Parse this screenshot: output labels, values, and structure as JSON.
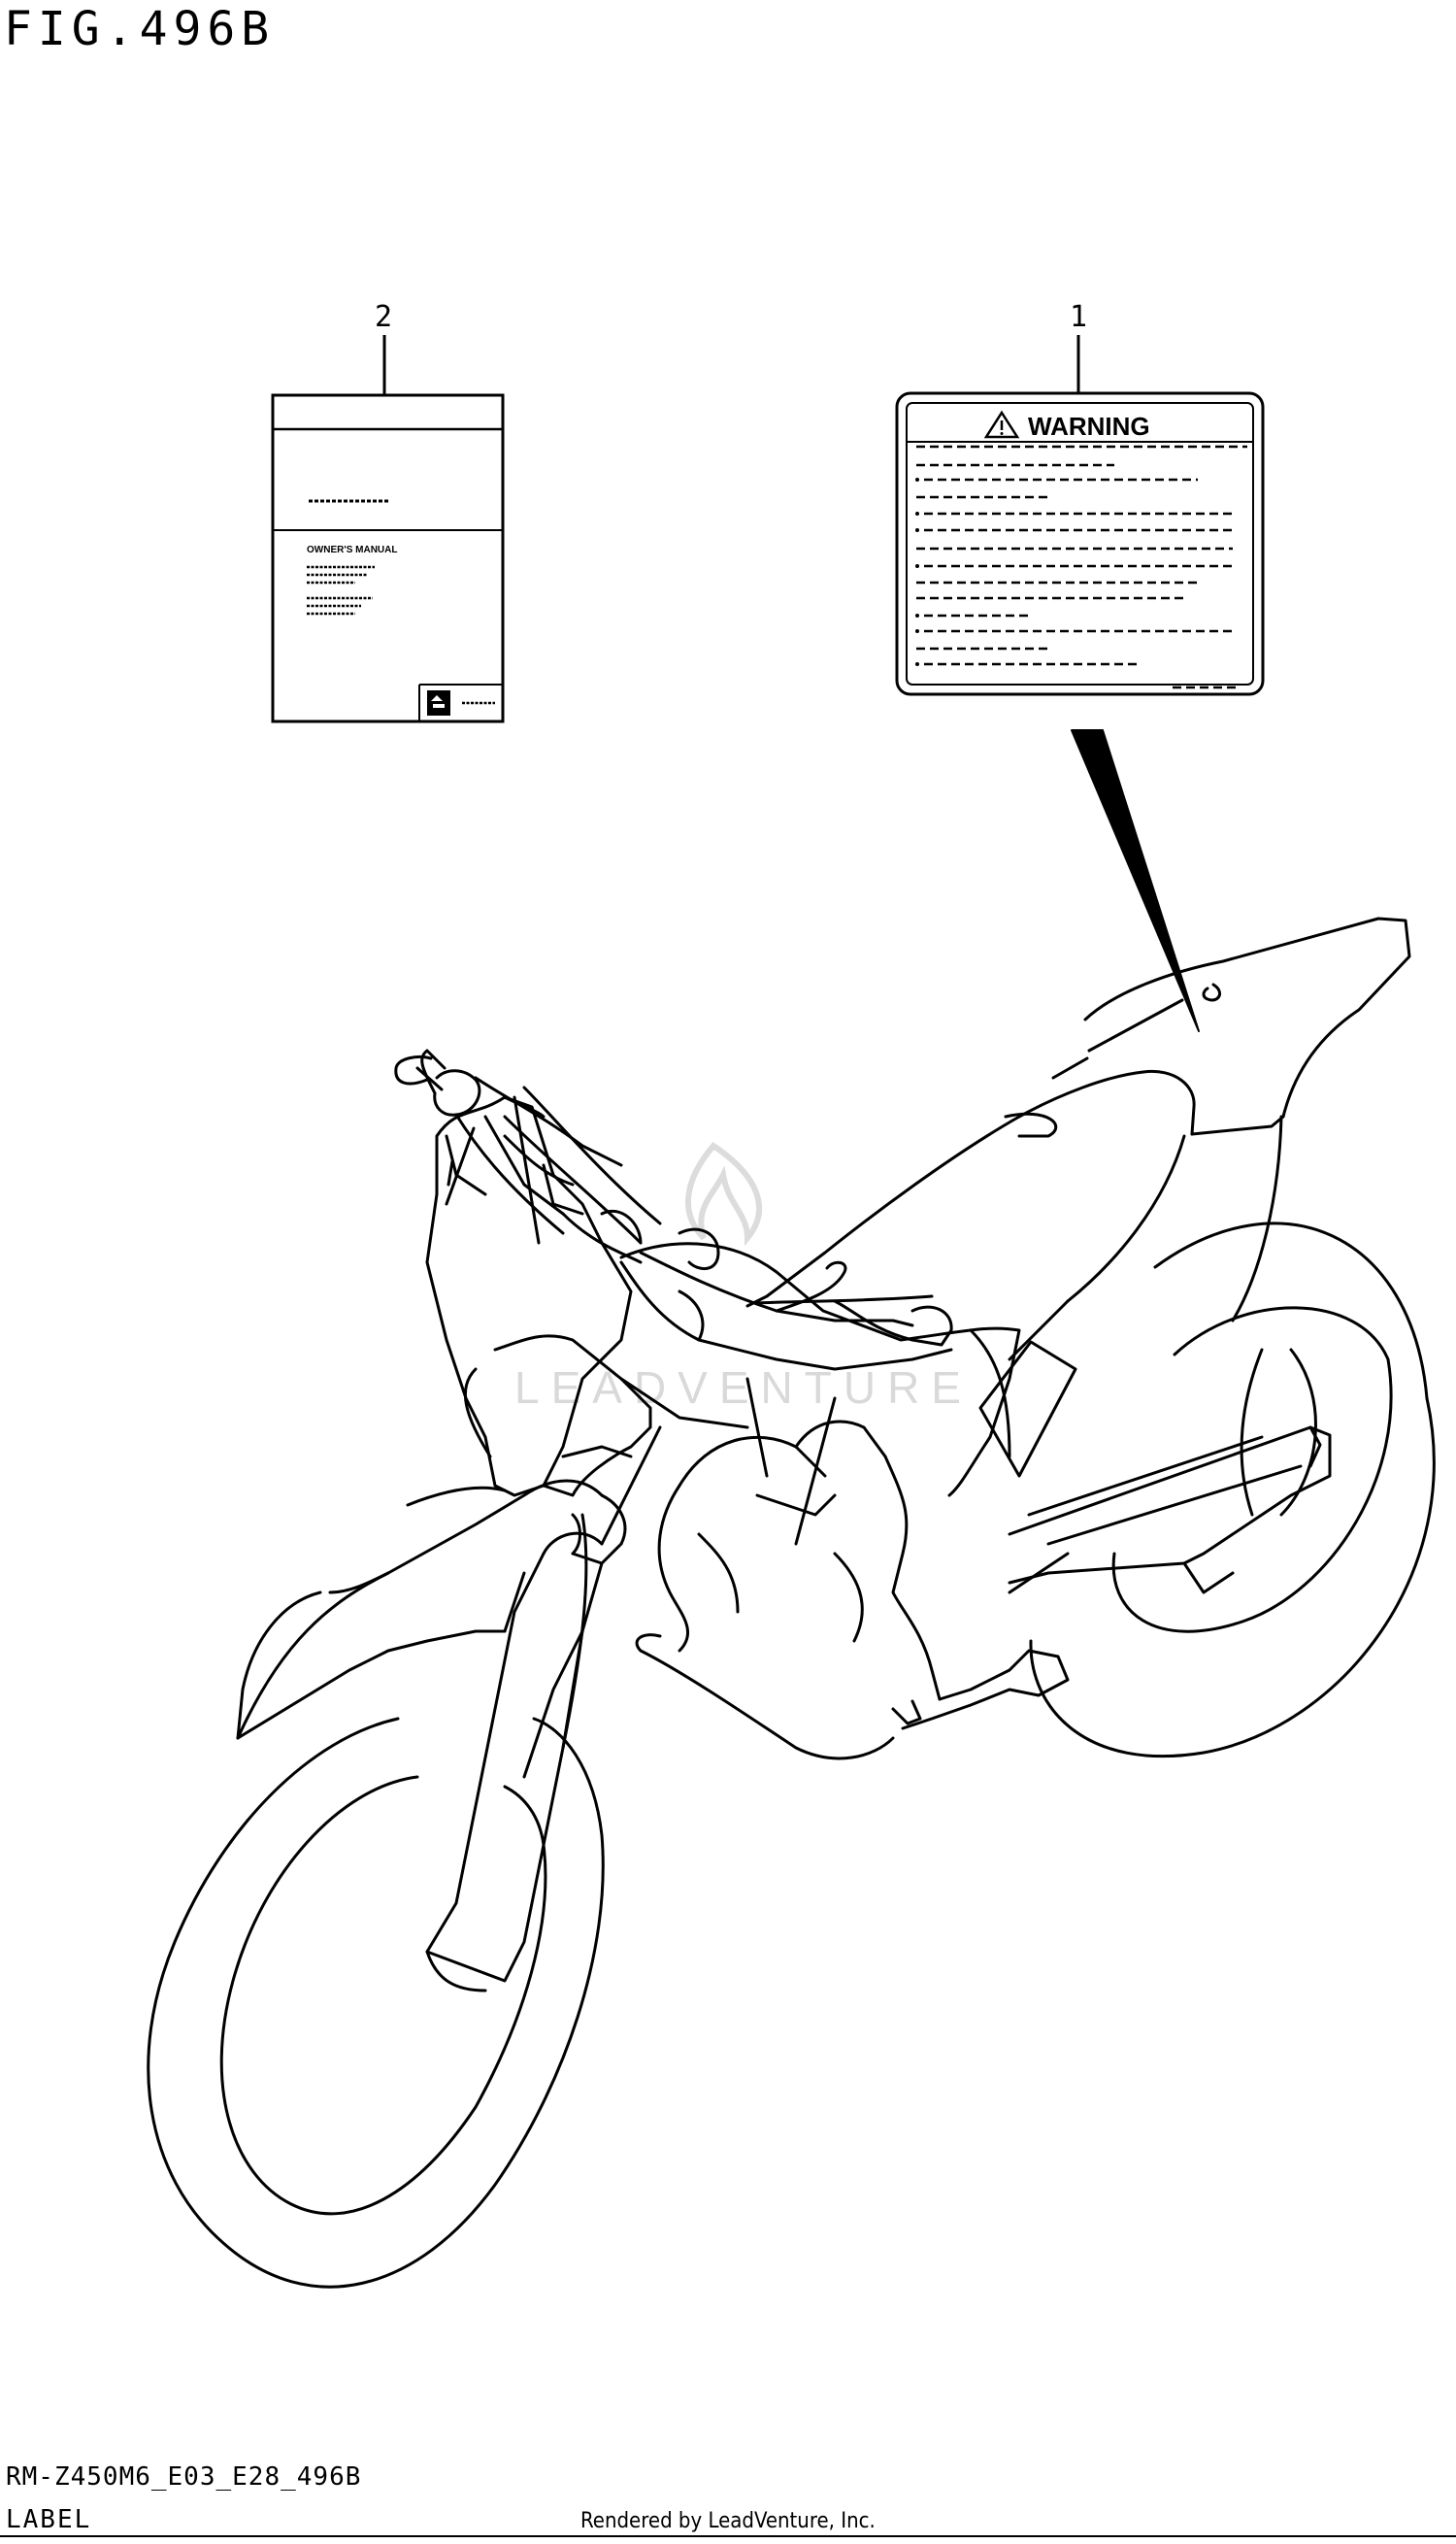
{
  "figure": {
    "title": "FIG.496B"
  },
  "parts": [
    {
      "callout": "2",
      "label_text": "OWNER'S MANUAL"
    },
    {
      "callout": "1",
      "label_text": "WARNING"
    }
  ],
  "watermark": "LEADVENTURE",
  "footer": {
    "code": "RM-Z450M6_E03_E28_496B",
    "caption": "LABEL",
    "rendered_by": "Rendered by LeadVenture, Inc."
  }
}
